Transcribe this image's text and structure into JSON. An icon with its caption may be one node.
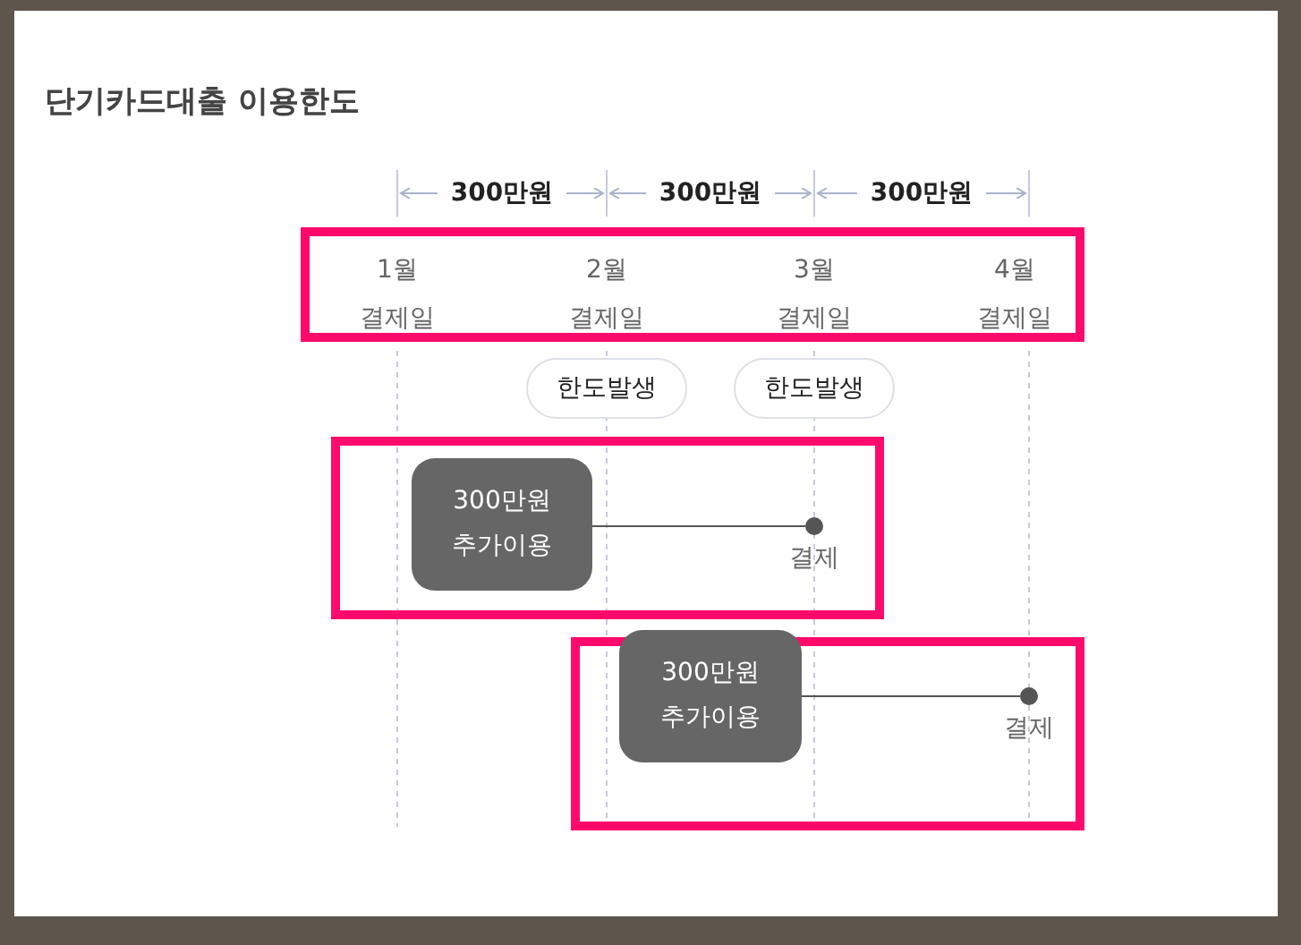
{
  "diagram": {
    "title": "단기카드대출 이용한도",
    "nodes": [
      {
        "text": [
          "1월 결제일",
          "2월 결제일",
          "3월 결제일",
          "4월 결제일"
        ]
      },
      {
        "text": [
          "한도발생"
        ]
      },
      {
        "text": [
          "한도발생"
        ]
      },
      {
        "text": [],
        "shape": "box"
      },
      {
        "text": [
          "300만원 추가이용"
        ],
        "in": 3
      },
      {
        "text": [],
        "shape": "circle",
        "in": 3,
        "beside": [
          "결제"
        ]
      },
      {
        "text": [],
        "shape": "box"
      },
      {
        "text": [
          "300만원 추가이용"
        ],
        "in": 6
      },
      {
        "text": [],
        "shape": "circle",
        "in": 6,
        "beside": [
          "결제"
        ]
      }
    ],
    "edges": [
      {
        "from": 4,
        "to": 5,
        "arrow": "none"
      },
      {
        "from": 7,
        "to": 8,
        "arrow": "none"
      }
    ],
    "labels": [
      "300만원",
      "300만원",
      "300만원"
    ]
  }
}
